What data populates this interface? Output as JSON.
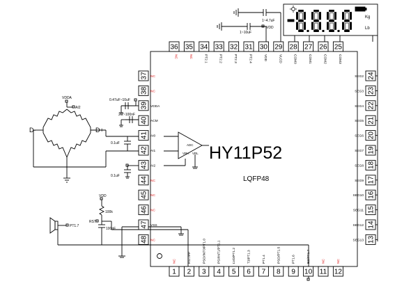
{
  "chip": {
    "name": "HY11P52",
    "package": "LQFP48"
  },
  "pins_top": [
    {
      "num": "36",
      "label": "NC",
      "nc": true
    },
    {
      "num": "35",
      "label": "NC",
      "nc": true
    },
    {
      "num": "34",
      "label": "PT2.1",
      "nc": false
    },
    {
      "num": "33",
      "label": "PT2.2",
      "nc": false
    },
    {
      "num": "32",
      "label": "PT2.3",
      "nc": false
    },
    {
      "num": "31",
      "label": "PT2.4",
      "nc": false
    },
    {
      "num": "30",
      "label": "VDD",
      "nc": false
    },
    {
      "num": "29",
      "label": "VLCD",
      "nc": false
    },
    {
      "num": "28",
      "label": "COM0",
      "nc": false
    },
    {
      "num": "27",
      "label": "COM1",
      "nc": false
    },
    {
      "num": "26",
      "label": "COM2",
      "nc": false
    },
    {
      "num": "25",
      "label": "COM3",
      "nc": false
    }
  ],
  "pins_left": [
    {
      "num": "37",
      "label": "NC",
      "nc": true
    },
    {
      "num": "38",
      "label": "NC",
      "nc": true
    },
    {
      "num": "39",
      "label": "VDDA",
      "nc": false
    },
    {
      "num": "40",
      "label": "ACM",
      "nc": false
    },
    {
      "num": "41",
      "label": "AI0",
      "nc": false
    },
    {
      "num": "42",
      "label": "AI1",
      "nc": false
    },
    {
      "num": "43",
      "label": "AI2",
      "nc": false
    },
    {
      "num": "44",
      "label": "NC",
      "nc": true
    },
    {
      "num": "45",
      "label": "NC",
      "nc": true
    },
    {
      "num": "46",
      "label": "NC",
      "nc": true
    },
    {
      "num": "47",
      "label": "VSS",
      "nc": false
    },
    {
      "num": "48",
      "label": "NC",
      "nc": true
    }
  ],
  "pins_right": [
    {
      "num": "24",
      "label": "SEG2"
    },
    {
      "num": "23",
      "label": "SEG3"
    },
    {
      "num": "22",
      "label": "SEG4"
    },
    {
      "num": "21",
      "label": "SEG5"
    },
    {
      "num": "20",
      "label": "SEG6"
    },
    {
      "num": "19",
      "label": "SEG7"
    },
    {
      "num": "18",
      "label": "SEG8"
    },
    {
      "num": "17",
      "label": "SEG9"
    },
    {
      "num": "16",
      "label": "SEG10"
    },
    {
      "num": "15",
      "label": "SEG11"
    },
    {
      "num": "14",
      "label": "SEG12"
    },
    {
      "num": "13",
      "label": "SEG13"
    }
  ],
  "pins_bottom": [
    {
      "num": "1",
      "label": "NC",
      "nc": true
    },
    {
      "num": "2",
      "label": "RST/PP",
      "nc": false
    },
    {
      "num": "3",
      "label": "PSO/INT0/PT1.0",
      "nc": false
    },
    {
      "num": "4",
      "label": "PSI/INT1/PT1.1",
      "nc": false
    },
    {
      "num": "5",
      "label": "LVD/PT1.2",
      "nc": false
    },
    {
      "num": "6",
      "label": "T3/PT1.3",
      "nc": false
    },
    {
      "num": "7",
      "label": "PT1.4",
      "nc": false
    },
    {
      "num": "8",
      "label": "PSO/PT1.5",
      "nc": false
    },
    {
      "num": "9",
      "label": "PT1.6",
      "nc": false
    },
    {
      "num": "10",
      "label": "BZ/PT1.7",
      "nc": false
    },
    {
      "num": "11",
      "label": "NC",
      "nc": true
    },
    {
      "num": "12",
      "label": "NC",
      "nc": true
    }
  ],
  "adc": {
    "label": "ADC",
    "vrh": "VRH",
    "vrl": "VRL"
  },
  "bridge": {
    "vdda_label": "VDDA",
    "ai2_label": "AI2",
    "dminus": "D-",
    "dplus": "D+"
  },
  "components": {
    "cap_vdda": "0.47uF~10uF",
    "cap_acm": "2.2~100nF",
    "cap_ai0_ai1": "0.1uF",
    "cap_ai2": "0.1uF",
    "cap_top1": "1~4.7uF",
    "cap_top2": "1~10uF",
    "vdd_top": "VDD",
    "vdd_reset": "VDD",
    "res_reset": "100k",
    "rst_label": "RST",
    "cap_reset": "100nF",
    "buzzer_label": "PT1.7"
  },
  "lcd": {
    "digits": "8.8.8.8",
    "unit_kg": "Kg",
    "unit_lb": "Lb"
  },
  "colors": {
    "nc_red": "#dd2222",
    "line": "#000000",
    "lcd_segment": "#000000"
  }
}
